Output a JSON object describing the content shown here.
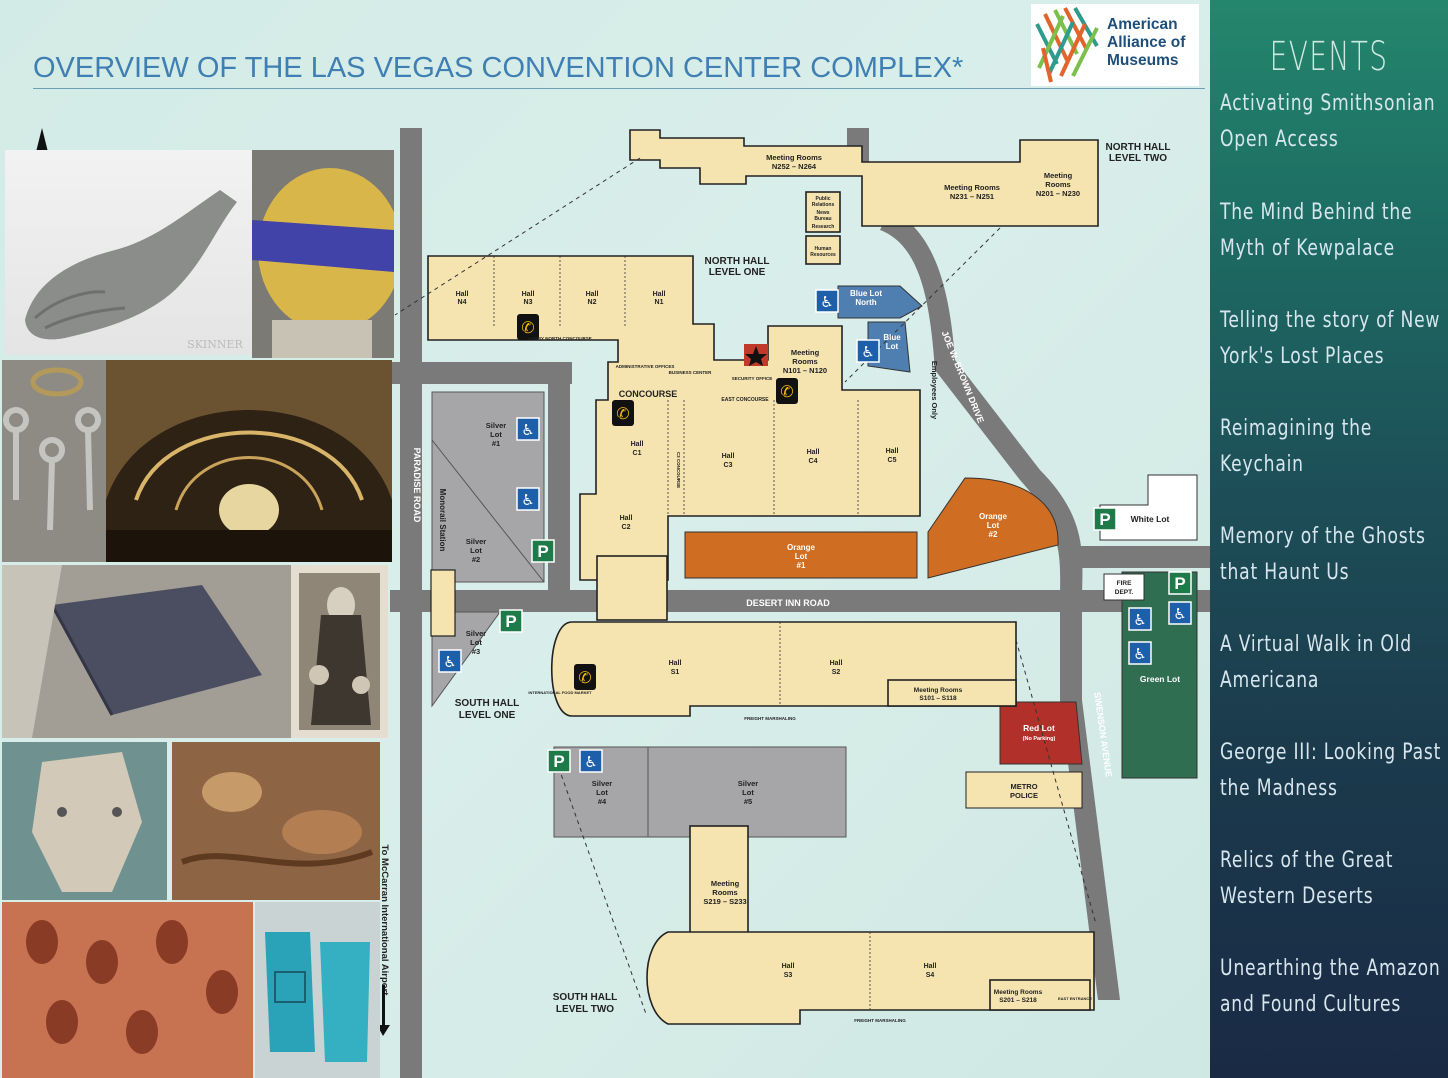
{
  "title": "OVERVIEW OF THE LAS VEGAS CONVENTION CENTER COMPLEX*",
  "logo": {
    "line1": "American",
    "line2": "Alliance of",
    "line3": "Museums"
  },
  "sidebar": {
    "heading": "EVENTS",
    "events": [
      {
        "line1": "Activating Smithsonian",
        "line2": "Open Access"
      },
      {
        "line1": "The Mind Behind the",
        "line2": "Myth of Kewpalace"
      },
      {
        "line1": "Telling the story of New",
        "line2": "York's Lost Places"
      },
      {
        "line1": "Reimagining the",
        "line2": "Keychain"
      },
      {
        "line1": "Memory of the Ghosts",
        "line2": "that Haunt Us"
      },
      {
        "line1": "A Virtual Walk in Old",
        "line2": "Americana"
      },
      {
        "line1": "George III: Looking Past",
        "line2": "the Madness"
      },
      {
        "line1": "Relics of the Great",
        "line2": "Western Deserts"
      },
      {
        "line1": "Unearthing the Amazon",
        "line2": "and Found Cultures"
      }
    ]
  },
  "map": {
    "north_level_two": "NORTH HALL LEVEL TWO",
    "north_level_two_a": "NORTH HALL",
    "north_level_two_b": "LEVEL TWO",
    "north_level_one_a": "NORTH HALL",
    "north_level_one_b": "LEVEL ONE",
    "south_level_one_a": "SOUTH HALL",
    "south_level_one_b": "LEVEL ONE",
    "south_level_two_a": "SOUTH HALL",
    "south_level_two_b": "LEVEL TWO",
    "mr_n252_a": "Meeting Rooms",
    "mr_n252_b": "N252 – N264",
    "mr_n231_a": "Meeting Rooms",
    "mr_n231_b": "N231 – N251",
    "mr_n201_a": "Meeting",
    "mr_n201_b": "Rooms",
    "mr_n201_c": "N201 – N230",
    "mr_n101_a": "Meeting",
    "mr_n101_b": "Rooms",
    "mr_n101_c": "N101 – N120",
    "mr_s101_a": "Meeting Rooms",
    "mr_s101_b": "S101 – S118",
    "mr_s219_a": "Meeting",
    "mr_s219_b": "Rooms",
    "mr_s219_c": "S219 – S233",
    "mr_s201_a": "Meeting Rooms",
    "mr_s201_b": "S201 – S218",
    "public_relations_a": "Public",
    "public_relations_b": "Relations",
    "news_bureau_a": "News",
    "news_bureau_b": "Bureau",
    "research": "Research",
    "human_resources_a": "Human",
    "human_resources_b": "Resources",
    "hall_n4": "N4",
    "hall_n3": "N3",
    "hall_n2": "N2",
    "hall_n1": "N1",
    "hall_c1": "C1",
    "hall_c2": "C2",
    "hall_c3": "C3",
    "hall_c4": "C4",
    "hall_c5": "C5",
    "hall_s1": "S1",
    "hall_s2": "S2",
    "hall_s3": "S3",
    "hall_s4": "S4",
    "hall_word": "Hall",
    "concourse": "CONCOURSE",
    "east_concourse": "EAST CONCOURSE",
    "north_concourse": "LOBBY NORTH CONCOURSE",
    "c3_concourse": "C3 CONCOURSE",
    "admin_offices": "ADMINISTRATIVE OFFICES",
    "business_center": "BUSINESS CENTER",
    "security_office": "SECURITY OFFICE",
    "intl_food_market": "INTERNATIONAL FOOD MARKET",
    "freight_marshaling": "FREIGHT MARSHALING",
    "east_entrance": "EAST ENTRANCE",
    "blue_lot_north_a": "Blue Lot",
    "blue_lot_north_b": "North",
    "blue_lot_a": "Blue",
    "blue_lot_b": "Lot",
    "employees_only": "Employees Only",
    "joe_brown_drive": "JOE W. BROWN DRIVE",
    "paradise_road": "PARADISE ROAD",
    "desert_inn_road": "DESERT INN ROAD",
    "swenson_avenue": "SWENSON AVENUE",
    "monorail_station": "Monorail Station",
    "to_airport": "To McCarran International Airport",
    "silver_word": "Silver",
    "lot_word": "Lot",
    "silver1": "#1",
    "silver2": "#2",
    "silver3": "#3",
    "silver4": "#4",
    "silver5": "#5",
    "orange_word": "Orange",
    "orange1": "#1",
    "orange2": "#2",
    "white_lot": "White Lot",
    "green_lot": "Green Lot",
    "red_lot": "Red Lot",
    "no_parking": "(No Parking)",
    "metro_a": "METRO",
    "metro_b": "POLICE",
    "fire_a": "FIRE",
    "fire_b": "DEPT.",
    "parking_symbol": "P",
    "skinner": "SKINNER"
  },
  "colors": {
    "building": "#f6e4b0",
    "building_stroke": "#222222",
    "road": "#7a7a7a",
    "silver_lot": "#a6a6a8",
    "orange_lot": "#cf6e22",
    "blue_lot": "#4f7fb0",
    "red_lot": "#b1302a",
    "green_lot": "#2f6e50",
    "title": "#3f7fb3"
  },
  "icons": [
    "accessible-parking-icon",
    "parking-sign-icon",
    "telephone-icon",
    "star-icon",
    "north-arrow-icon"
  ]
}
